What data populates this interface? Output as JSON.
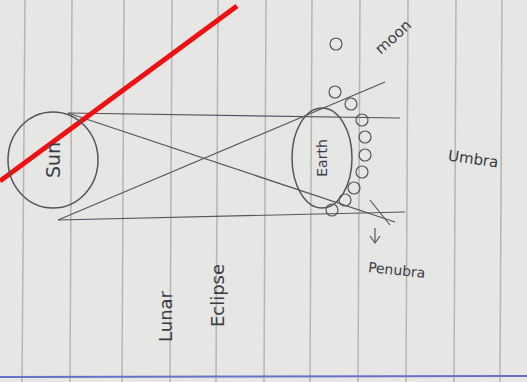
{
  "diagram": {
    "nodes": [
      {
        "text": [
          "Sun"
        ]
      },
      {
        "text": [
          "Earth"
        ]
      }
    ],
    "labels": [
      "moon",
      "Umbra",
      "Penubra",
      "Lunar",
      "Eclipse"
    ]
  }
}
